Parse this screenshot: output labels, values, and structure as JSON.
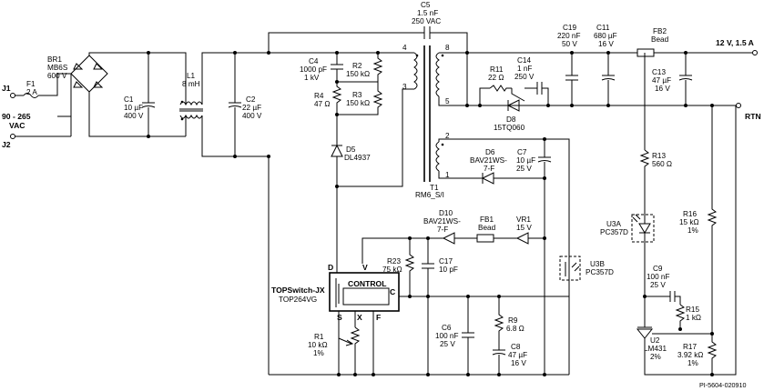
{
  "labels": {
    "j1": "J1",
    "j2": "J2",
    "vac_in_1": "90 - 265",
    "vac_in_2": "VAC",
    "f1_name": "F1",
    "f1_val": "2 A",
    "br1_name": "BR1",
    "br1_part": "MB6S",
    "br1_val": "600 V",
    "c1_name": "C1",
    "c1_val1": "10 µF",
    "c1_val2": "400 V",
    "l1_name": "L1",
    "l1_val": "8 mH",
    "c2_name": "C2",
    "c2_val1": "22 µF",
    "c2_val2": "400 V",
    "c5_name": "C5",
    "c5_val1": "1.5 nF",
    "c5_val2": "250 VAC",
    "c4_name": "C4",
    "c4_val1": "1000 pF",
    "c4_val2": "1 kV",
    "r2_name": "R2",
    "r2_val": "150 kΩ",
    "r3_name": "R3",
    "r3_val": "150 kΩ",
    "r4_name": "R4",
    "r4_val": "47 Ω",
    "d5_name": "D5",
    "d5_part": "DL4937",
    "pin4": "4",
    "pin3": "3",
    "pin8": "8",
    "pin5": "5",
    "pin2": "2",
    "pin1": "1",
    "t1_name": "T1",
    "t1_part": "RM6_S/I",
    "r11_name": "R11",
    "r11_val": "22 Ω",
    "c14_name": "C14",
    "c14_val1": "1 nF",
    "c14_val2": "250 V",
    "d8_name": "D8",
    "d8_part": "15TQ060",
    "c19_name": "C19",
    "c19_val1": "220 nF",
    "c19_val2": "50 V",
    "c11_name": "C11",
    "c11_val1": "680 µF",
    "c11_val2": "16 V",
    "fb2_name": "FB2",
    "fb2_val": "Bead",
    "c13_name": "C13",
    "c13_val1": "47 µF",
    "c13_val2": "16 V",
    "out_v": "12 V, 1.5 A",
    "out_rtn": "RTN",
    "d6_name": "D6",
    "d6_part1": "BAV21WS-",
    "d6_part2": "7-F",
    "c7_name": "C7",
    "c7_val1": "10 µF",
    "c7_val2": "25 V",
    "d10_name": "D10",
    "d10_part1": "BAV21WS-",
    "d10_part2": "7-F",
    "fb1_name": "FB1",
    "fb1_val": "Bead",
    "vr1_name": "VR1",
    "vr1_val": "15 V",
    "r13_name": "R13",
    "r13_val": "560 Ω",
    "u3a_name": "U3A",
    "u3a_part": "PC357D",
    "u3b_name": "U3B",
    "u3b_part": "PC357D",
    "r16_name": "R16",
    "r16_val1": "15 kΩ",
    "r16_val2": "1%",
    "r23_name": "R23",
    "r23_val": "75 kΩ",
    "c17_name": "C17",
    "c17_val": "10 pF",
    "top_name": "TOPSwitch-JX",
    "top_part": "TOP264VG",
    "control": "CONTROL",
    "pin_d": "D",
    "pin_v": "V",
    "pin_c": "C",
    "pin_s": "S",
    "pin_x": "X",
    "pin_f": "F",
    "r1_name": "R1",
    "r1_val1": "10 kΩ",
    "r1_val2": "1%",
    "c6_name": "C6",
    "c6_val1": "100 nF",
    "c6_val2": "25 V",
    "r9_name": "R9",
    "r9_val": "6.8 Ω",
    "c8_name": "C8",
    "c8_val1": "47 µF",
    "c8_val2": "16 V",
    "c9_name": "C9",
    "c9_val1": "100 nF",
    "c9_val2": "25 V",
    "r15_name": "R15",
    "r15_val": "1 kΩ",
    "u2_name": "U2",
    "u2_part": "LM431",
    "u2_val": "2%",
    "r17_name": "R17",
    "r17_val1": "3.92 kΩ",
    "r17_val2": "1%",
    "doc_id": "PI-5604-020910"
  }
}
